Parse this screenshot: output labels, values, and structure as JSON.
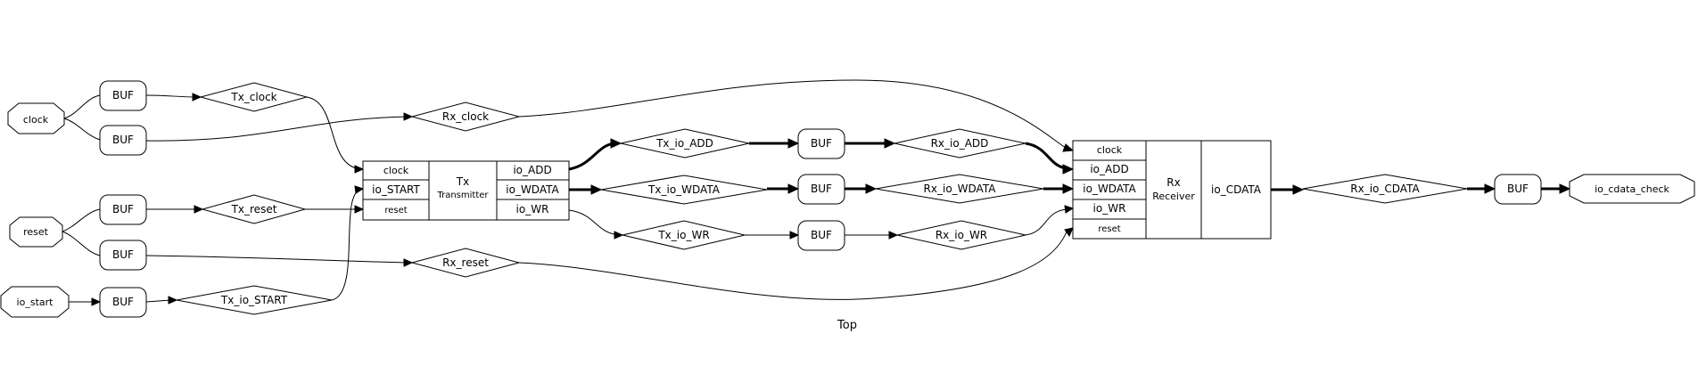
{
  "diagram": {
    "caption": "Top",
    "inputs": [
      {
        "id": "clock",
        "label": "clock"
      },
      {
        "id": "reset",
        "label": "reset"
      },
      {
        "id": "io_start",
        "label": "io_start"
      }
    ],
    "output": {
      "id": "io_cdata_check",
      "label": "io_cdata_check"
    },
    "buffers": [
      {
        "id": "buf_txclk",
        "label": "BUF"
      },
      {
        "id": "buf_rxclk",
        "label": "BUF"
      },
      {
        "id": "buf_txrst",
        "label": "BUF"
      },
      {
        "id": "buf_rxrst",
        "label": "BUF"
      },
      {
        "id": "buf_txstart",
        "label": "BUF"
      },
      {
        "id": "buf_add",
        "label": "BUF"
      },
      {
        "id": "buf_wdata",
        "label": "BUF"
      },
      {
        "id": "buf_wr",
        "label": "BUF"
      },
      {
        "id": "buf_cdata",
        "label": "BUF"
      }
    ],
    "nets": [
      {
        "id": "tx_clock",
        "label": "Tx_clock"
      },
      {
        "id": "rx_clock",
        "label": "Rx_clock"
      },
      {
        "id": "tx_reset",
        "label": "Tx_reset"
      },
      {
        "id": "rx_reset",
        "label": "Rx_reset"
      },
      {
        "id": "tx_io_start",
        "label": "Tx_io_START"
      },
      {
        "id": "tx_io_add",
        "label": "Tx_io_ADD"
      },
      {
        "id": "tx_io_wdata",
        "label": "Tx_io_WDATA"
      },
      {
        "id": "tx_io_wr",
        "label": "Tx_io_WR"
      },
      {
        "id": "rx_io_add",
        "label": "Rx_io_ADD"
      },
      {
        "id": "rx_io_wdata",
        "label": "Rx_io_WDATA"
      },
      {
        "id": "rx_io_wr",
        "label": "Rx_io_WR"
      },
      {
        "id": "rx_io_cdata",
        "label": "Rx_io_CDATA"
      }
    ],
    "modules": [
      {
        "id": "tx",
        "name": "Tx",
        "type": "Transmitter",
        "inputs": [
          "clock",
          "io_START",
          "reset"
        ],
        "outputs": [
          "io_ADD",
          "io_WDATA",
          "io_WR"
        ]
      },
      {
        "id": "rx",
        "name": "Rx",
        "type": "Receiver",
        "inputs": [
          "clock",
          "io_ADD",
          "io_WDATA",
          "io_WR",
          "reset"
        ],
        "outputs": [
          "io_CDATA"
        ]
      }
    ]
  }
}
